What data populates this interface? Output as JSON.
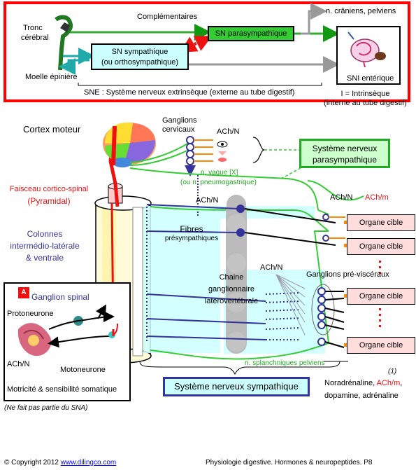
{
  "colors": {
    "frame_red": "#ff0000",
    "green": "#33cc33",
    "dark_green": "#00aa00",
    "blue_purple": "#333399",
    "sympathetic_fill": "#ccffff",
    "organ_fill": "#ffdddd",
    "organ_stub": "#ff8800",
    "axis_red": "#ee1111"
  },
  "top_box": {
    "tronc_line1": "Tronc",
    "tronc_line2": "cérébral",
    "moelle": "Moelle épinière",
    "complementaires": "Complémentaires",
    "sn_parasympathique": "SN parasympathique",
    "sn_sympathique_line1": "SN sympathique",
    "sn_sympathique_line2": "(ou orthosympathique)",
    "n_craniens": "n. crâniens, pelviens",
    "sni_enterique": "SNI entérique",
    "sne_label": "SNE : Système nerveux extrinsèque (externe au tube digestif)",
    "intrinseque_line1": "I = Intrinsèque",
    "intrinseque_line2": "(interne au tube digestif)"
  },
  "left_labels": {
    "cortex_moteur": "Cortex moteur",
    "faisceau_line1": "Faisceau cortico-spinal",
    "faisceau_line2": "(Pyramidal)",
    "colonnes_line1": "Colonnes",
    "colonnes_line2": "intermédio-latérale",
    "colonnes_line3": "& ventrale"
  },
  "inset": {
    "badge": "A",
    "ganglion_spinal": "Ganglion spinal",
    "protoneurone": "Protoneurone",
    "ach": "ACh/N",
    "motoneurone": "Motoneurone",
    "motricite": "Motricité & sensibilité somatique",
    "note": "(Ne fait pas partie du SNA)"
  },
  "ganglions_cervicaux_line1": "Ganglions",
  "ganglions_cervicaux_line2": "cervicaux",
  "ach_labels": [
    "ACh/N",
    "ACh/N",
    "ACh/N",
    "ACh/N"
  ],
  "ach_m": "ACh/m",
  "systeme_parasympathique_line1": "Système nerveux",
  "systeme_parasympathique_line2": "parasympathique",
  "n_vague": "n. vague [X]",
  "pneumogastrique": "(ou n. pneumogastrique)",
  "fibres_line1": "Fibres",
  "fibres_line2": "présympathiques",
  "chaine_line1": "Chaine",
  "chaine_line2": "ganglionnaire",
  "chaine_line3": "latérovertébrale",
  "ganglions_previsceraux": "Ganglions pré-viscéraux",
  "organs": [
    "Organe cible",
    "Organe cible",
    "Organe cible",
    "Organe cible"
  ],
  "splanchniques": "n. splanchniques pelviens",
  "systeme_sympathique": "Système nerveux sympathique",
  "note_1": "(1)",
  "neuro_line1_a": "Noradrénaline, ",
  "neuro_line1_b": "ACh/m",
  "neuro_line1_c": ",",
  "neuro_line2": "dopamine, adrénaline",
  "footer": {
    "copyright": "© Copyright 2012 ",
    "link": "www.dilingco.com",
    "right": "Physiologie digestive. Hormones & neuropeptides.  P8"
  }
}
